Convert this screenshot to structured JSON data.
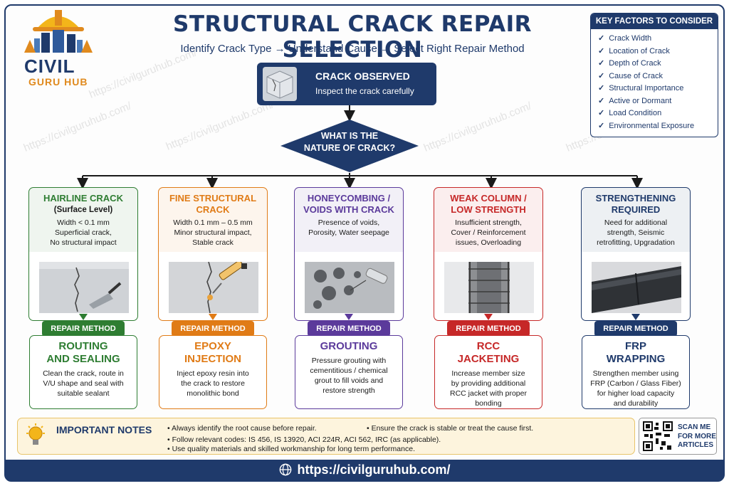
{
  "header": {
    "title": "STRUCTURAL CRACK REPAIR SELECTION",
    "subtitle": "Identify Crack Type → Understand Cause → Select Right Repair Method"
  },
  "logo": {
    "name": "CIVIL",
    "sub": "GURU HUB"
  },
  "watermark": "https://civilguruhub.com/",
  "key_factors": {
    "title": "KEY FACTORS TO CONSIDER",
    "items": [
      "Crack Width",
      "Location of Crack",
      "Depth of Crack",
      "Cause of Crack",
      "Structural Importance",
      "Active or Dormant",
      "Load Condition",
      "Environmental Exposure"
    ]
  },
  "observed": {
    "title": "CRACK OBSERVED",
    "subtitle": "Inspect the crack carefully"
  },
  "decision": {
    "line1": "WHAT IS THE",
    "line2": "NATURE OF CRACK?"
  },
  "repair_label": "REPAIR METHOD",
  "columns": [
    {
      "title1": "HAIRLINE CRACK",
      "title2": "(Surface Level)",
      "desc": [
        "Width < 0.1 mm",
        "Superficial crack,",
        "No structural impact"
      ],
      "method1": "ROUTING",
      "method2": "AND SEALING",
      "method_desc": [
        "Clean the crack, route in",
        "V/U shape and seal with",
        "suitable sealant"
      ],
      "color": "#2e7d32"
    },
    {
      "title1": "FINE STRUCTURAL",
      "title2": "CRACK",
      "desc": [
        "Width 0.1 mm – 0.5 mm",
        "Minor structural impact,",
        "Stable crack"
      ],
      "method1": "EPOXY",
      "method2": "INJECTION",
      "method_desc": [
        "Inject epoxy resin into",
        "the crack to restore",
        "monolithic bond"
      ],
      "color": "#e07b16"
    },
    {
      "title1": "HONEYCOMBING /",
      "title2": "VOIDS WITH CRACK",
      "desc": [
        "Presence of voids,",
        "Porosity, Water seepage"
      ],
      "method1": "GROUTING",
      "method2": "",
      "method_desc": [
        "Pressure grouting with",
        "cementitious / chemical",
        "grout to fill voids and",
        "restore strength"
      ],
      "color": "#5b3a9b"
    },
    {
      "title1": "WEAK COLUMN /",
      "title2": "LOW STRENGTH",
      "desc": [
        "Insufficient strength,",
        "Cover / Reinforcement",
        "issues, Overloading"
      ],
      "method1": "RCC",
      "method2": "JACKETING",
      "method_desc": [
        "Increase member size",
        "by providing additional",
        "RCC jacket with proper",
        "bonding"
      ],
      "color": "#c62828"
    },
    {
      "title1": "STRENGTHENING",
      "title2": "REQUIRED",
      "desc": [
        "Need for additional",
        "strength, Seismic",
        "retrofitting, Upgradation"
      ],
      "method1": "FRP",
      "method2": "WRAPPING",
      "method_desc": [
        "Strengthen member using",
        "FRP (Carbon / Glass Fiber)",
        "for higher load capacity",
        "and durability"
      ],
      "color": "#1f3a6b"
    }
  ],
  "notes": {
    "title": "IMPORTANT NOTES",
    "items": [
      "• Always identify the root cause before repair.",
      "• Ensure the crack is stable or treat the cause first.",
      "• Follow relevant codes: IS 456, IS 13920, ACI 224R, ACI 562, IRC (as applicable).",
      "• Use quality materials and skilled workmanship for long term performance."
    ]
  },
  "qr": {
    "line1": "SCAN ME",
    "line2": "FOR MORE",
    "line3": "ARTICLES"
  },
  "footer": {
    "url": "https://civilguruhub.com/"
  }
}
